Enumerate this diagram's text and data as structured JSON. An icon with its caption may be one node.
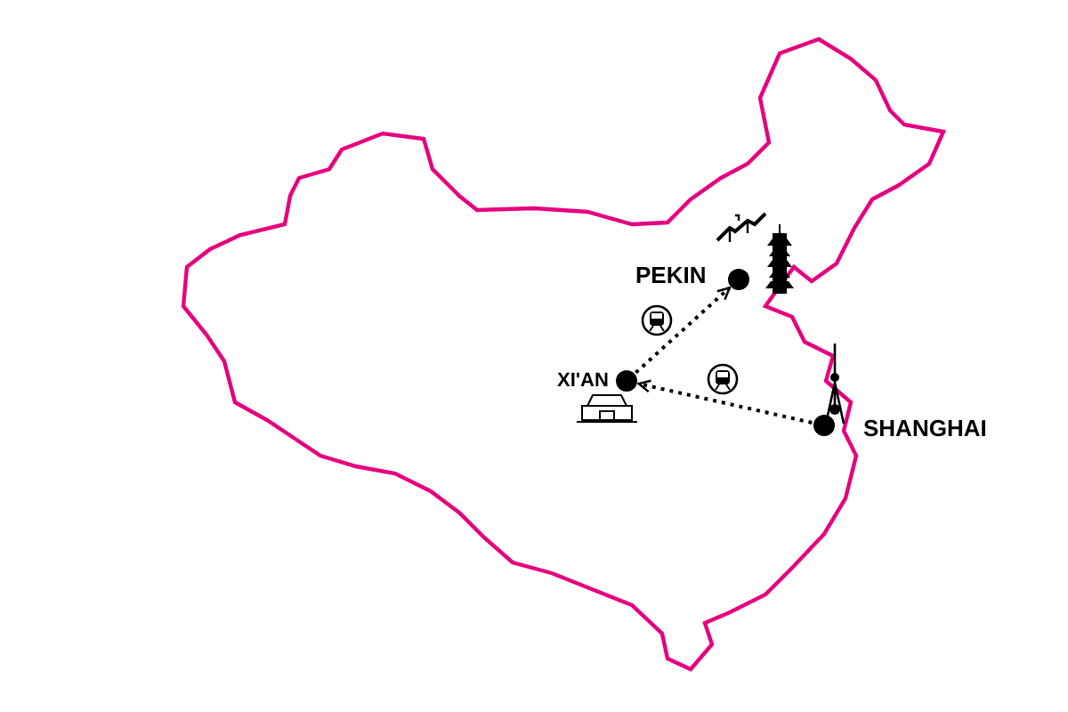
{
  "diagram": {
    "nodes": [
      {
        "text": [],
        "shape": "circle",
        "beside": [
          "PEKIN"
        ]
      },
      {
        "text": [],
        "shape": "circle",
        "beside": [
          "XI'AN"
        ]
      },
      {
        "text": [],
        "shape": "circle",
        "beside": [
          "SHANGHAI"
        ]
      }
    ],
    "edges": [
      {
        "from": 1,
        "to": 0,
        "arrow": "to",
        "style": "dashed"
      },
      {
        "from": 2,
        "to": 1,
        "arrow": "to",
        "style": "dashed"
      }
    ]
  }
}
